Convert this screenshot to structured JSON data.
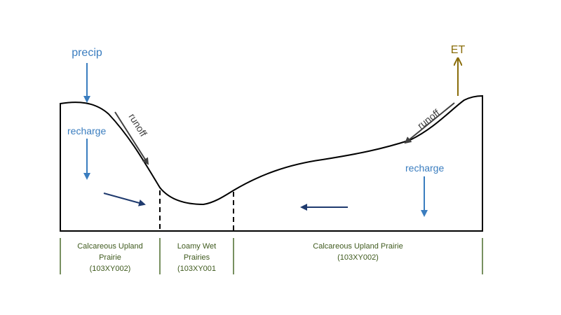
{
  "labels": {
    "precip": "precip",
    "et": "ET",
    "runoff_left": "runoff",
    "runoff_right": "runoff",
    "recharge_left": "recharge",
    "recharge_right": "recharge"
  },
  "zones": [
    {
      "line1": "Calcareous Upland",
      "line2": "Prairie",
      "line3": "(103XY002)"
    },
    {
      "line1": "Loamy Wet",
      "line2": "Prairies",
      "line3": "(103XY001"
    },
    {
      "line1": "Calcareous Upland Prairie",
      "line2": "(103XY002)"
    }
  ],
  "colors": {
    "water_label": "#3a7dbf",
    "et_label": "#8a6d0b",
    "runoff_arrow": "#404040",
    "flow_arrow": "#1f3a6e",
    "zone_text": "#3f5a1e",
    "zone_divider": "#4a6b2a",
    "outline": "#000000"
  }
}
